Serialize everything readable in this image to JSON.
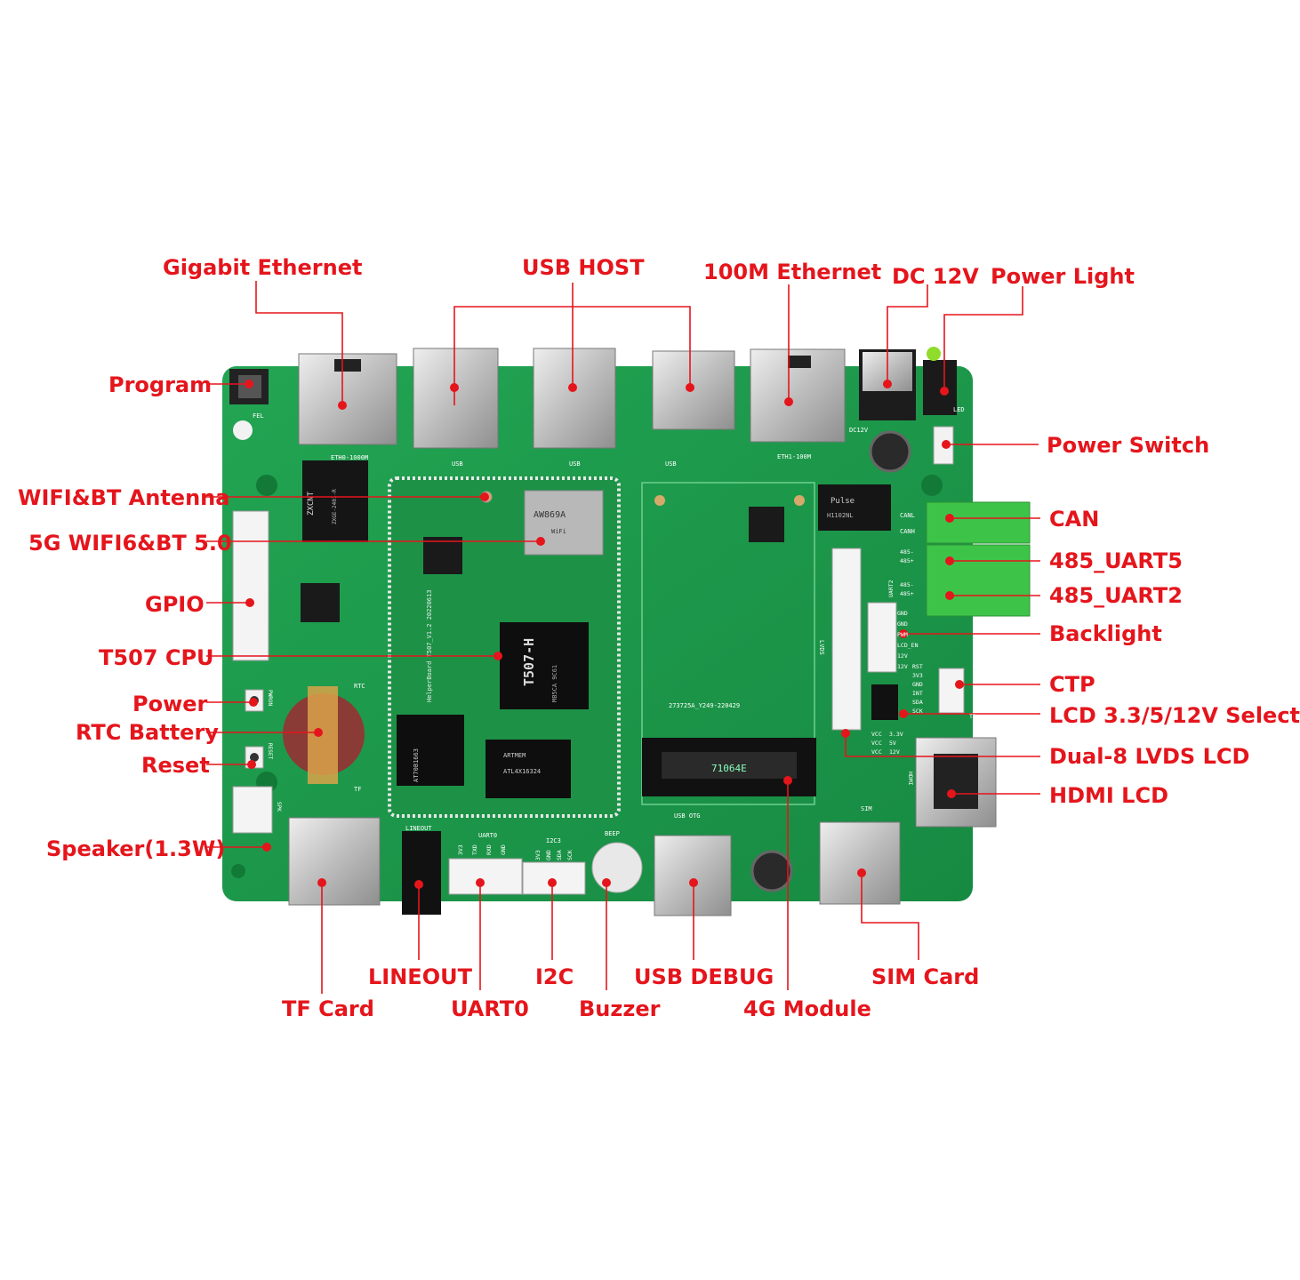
{
  "colors": {
    "callout": "#e5151c",
    "pcb": "#1f9a4c",
    "pcb_dark": "#157a3a",
    "silkscreen": "#ffffff",
    "chip": "#111111",
    "metal": "#c9c9c9",
    "terminal": "#3cc44a"
  },
  "callouts": {
    "gigabit_ethernet": "Gigabit Ethernet",
    "usb_host": "USB HOST",
    "ethernet_100m": "100M Ethernet",
    "dc_12v": "DC 12V",
    "power_light": "Power Light",
    "program": "Program",
    "power_switch": "Power Switch",
    "wifi_bt_antenna": "WIFI&BT Antenna",
    "wifi6_bt": "5G WIFI6&BT 5.0",
    "can": "CAN",
    "uart5": "485_UART5",
    "gpio": "GPIO",
    "uart2": "485_UART2",
    "backlight": "Backlight",
    "cpu": "T507 CPU",
    "ctp": "CTP",
    "power": "Power",
    "lcd_select": "LCD 3.3/5/12V Select",
    "rtc_battery": "RTC Battery",
    "lvds_lcd": "Dual-8 LVDS LCD",
    "reset": "Reset",
    "hdmi_lcd": "HDMI LCD",
    "speaker": "Speaker(1.3W)",
    "lineout": "LINEOUT",
    "i2c": "I2C",
    "usb_debug": "USB DEBUG",
    "sim_card": "SIM Card",
    "tf_card": "TF Card",
    "uart0": "UART0",
    "buzzer": "Buzzer",
    "module_4g": "4G Module"
  },
  "board_silkscreen": {
    "fel": "FEL",
    "eth0": "ETH0-1000M",
    "usb": "USB",
    "eth1": "ETH1-100M",
    "dc12v": "DC12V",
    "led": "LED",
    "zxcnt": "ZXCNT",
    "zxcnt_sub": "ZXGE-2401-R",
    "wifi_module": "AW869A",
    "wifi_module_sub": "WiFi",
    "cpu_chip": "T507-H",
    "cpu_chip_sub": "MB5CA 9C61",
    "core_board": "HelperBoard T507_V1.2 20220613",
    "ram1": "AT70B1663",
    "ram_brand": "ARTMEM",
    "ram2": "ATL4X16324",
    "pulse": "Pulse",
    "pulse_sub": "H1102NL",
    "module_code": "273725A_Y249-220429",
    "m2_code": "71064E",
    "rtc": "RTC",
    "pwron": "PWRON",
    "reset": "RESET",
    "tf": "TF",
    "spk": "SPK",
    "lineout": "LINEOUT",
    "uart0": "UART0",
    "uart0_pins": [
      "3V3",
      "TXD",
      "RXD",
      "GND"
    ],
    "i2c3": "I2C3",
    "i2c3_pins": [
      "3V3",
      "GND",
      "SDA",
      "SCK"
    ],
    "beep": "BEEP",
    "usb_otg": "USB OTG",
    "sim": "SIM",
    "hdmi": "HDMI",
    "canl": "CANL",
    "canh": "CANH",
    "uart2_label": "UART2",
    "uart5_pins": [
      "485-",
      "485+"
    ],
    "uart2_pins": [
      "485-",
      "485+"
    ],
    "lvds": "LVDS",
    "backlight_pins": [
      "GND",
      "GND",
      "PWM",
      "LCD_EN",
      "12V",
      "12V"
    ],
    "ctp_pins": [
      "RST",
      "3V3",
      "GND",
      "INT",
      "SDA",
      "SCK"
    ],
    "tp": "TP",
    "vcc_pins": [
      "VCC",
      "VCC",
      "VCC"
    ],
    "volt_pins": [
      "3.3V",
      "5V",
      "12V"
    ]
  }
}
